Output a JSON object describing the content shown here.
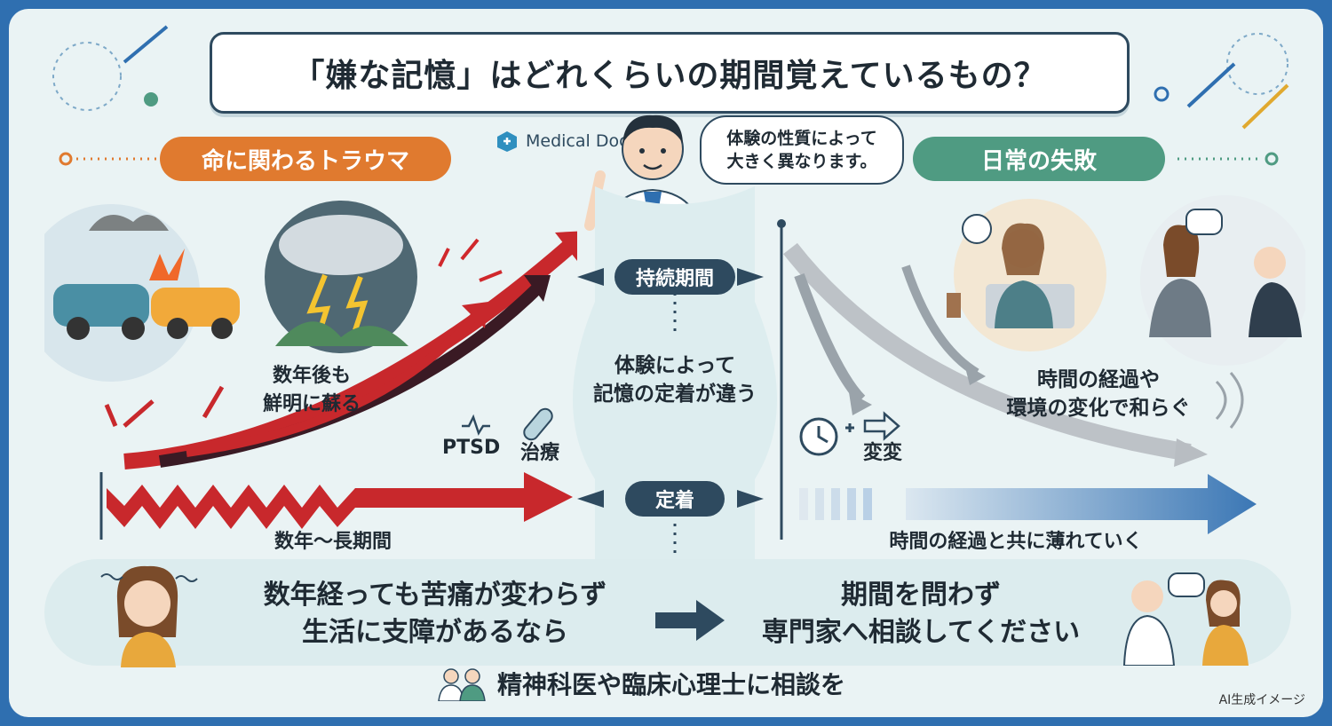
{
  "title": "「嫌な記憶」はどれくらいの期間覚えているもの？",
  "logo_text": "Medical Doc",
  "doctor_speech": [
    "体験の性質によって",
    "大きく異なります。"
  ],
  "left": {
    "header": "命に関わるトラウマ",
    "caption_vivid": [
      "数年後も",
      "鮮明に蘇る"
    ],
    "tag_ptsd": "PTSD",
    "tag_treatment": "治療",
    "duration_caption": "数年〜長期間"
  },
  "center": {
    "duration_label": "持続期間",
    "middle_text": [
      "体験によって",
      "記憶の定着が違う"
    ],
    "fixation_label": "定着"
  },
  "right": {
    "header": "日常の失敗",
    "caption_soften": [
      "時間の経過や",
      "環境の変化で和らぐ"
    ],
    "change_label": "変変",
    "fade_caption": "時間の経過と共に薄れていく"
  },
  "bottom": {
    "condition": [
      "数年経っても苦痛が変わらず",
      "生活に支障があるなら"
    ],
    "advice": [
      "期間を問わず",
      "専門家へ相談してください"
    ],
    "footer": "精神科医や臨床心理士に相談を"
  },
  "note": "AI生成イメージ",
  "colors": {
    "frame": "#2f6fb0",
    "orange": "#e07a2f",
    "green": "#4f9b82",
    "navy": "#2e4a5f",
    "red": "#d0282c"
  }
}
